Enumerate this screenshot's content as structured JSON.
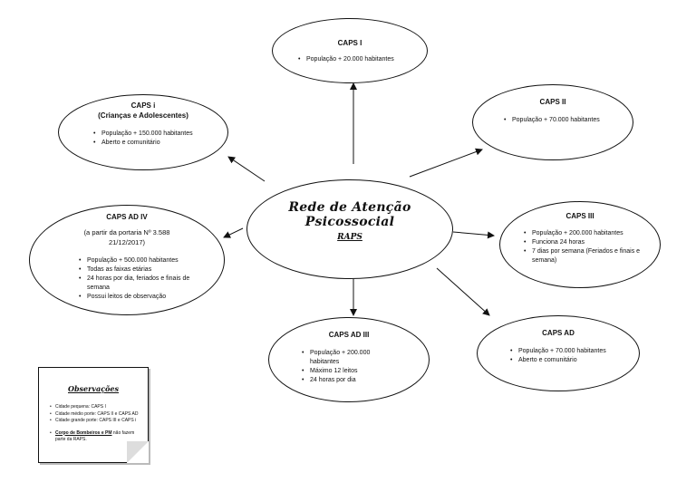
{
  "center": {
    "title": "Rede de Atenção Psicossocial",
    "subtitle": "RAPS"
  },
  "nodes": {
    "caps_i_top": {
      "title": "CAPS I",
      "items": [
        "População + 20.000 habitantes"
      ]
    },
    "caps_i_infant": {
      "title": "CAPS i",
      "subtitle": "(Crianças e Adolescentes)",
      "items": [
        "População + 150.000 habitantes",
        "Aberto e comunitário"
      ]
    },
    "caps_ii": {
      "title": "CAPS II",
      "items": [
        "População + 70.000 habitantes"
      ]
    },
    "caps_iii": {
      "title": "CAPS III",
      "items": [
        "População + 200.000 habitantes",
        "Funciona 24 horas",
        "7 dias por semana (Feriados e finais e semana)"
      ]
    },
    "caps_ad_iv": {
      "title": "CAPS AD IV",
      "subtitle": "(a partir da portaria Nº 3.588 21/12/2017)",
      "items": [
        "População + 500.000 habitantes",
        "Todas as faixas etárias",
        "24 horas por dia, feriados e finais de semana",
        "Possui leitos de observação"
      ]
    },
    "caps_ad_iii": {
      "title": "CAPS AD III",
      "items": [
        "População + 200.000 habitantes",
        "Máximo 12 leitos",
        "24 horas por dia"
      ]
    },
    "caps_ad": {
      "title": "CAPS AD",
      "items": [
        "População + 70.000 habitantes",
        "Aberto e comunitário"
      ]
    }
  },
  "note": {
    "title": "Observações",
    "items": [
      "Cidade pequena: CAPS I",
      "Cidade médio porte: CAPS II e CAPS AD",
      "Cidade grande porte: CAPS III e CAPS i"
    ],
    "extra_bold": "Corpo de Bombeiros e PM",
    "extra_rest": " não fazem parte da RAPS."
  }
}
